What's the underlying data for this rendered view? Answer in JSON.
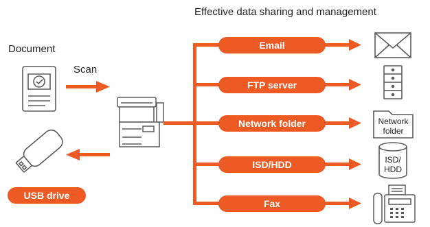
{
  "heading": "Effective data sharing and management",
  "left": {
    "document_label": "Document",
    "scan_label": "Scan"
  },
  "usb": {
    "label": "USB drive"
  },
  "destinations": [
    {
      "label": "Email",
      "icon": "envelope-icon"
    },
    {
      "label": "FTP server",
      "icon": "server-icon"
    },
    {
      "label": "Network folder",
      "icon": "network-folder-icon",
      "icon_text": [
        "Network",
        "folder"
      ]
    },
    {
      "label": "ISD/HDD",
      "icon": "storage-drum-icon",
      "icon_text": [
        "ISD/",
        "HDD"
      ]
    },
    {
      "label": "Fax",
      "icon": "fax-machine-icon"
    }
  ],
  "colors": {
    "accent": "#EE5A24",
    "line_art": "#5b5b5b",
    "text": "#222222"
  }
}
